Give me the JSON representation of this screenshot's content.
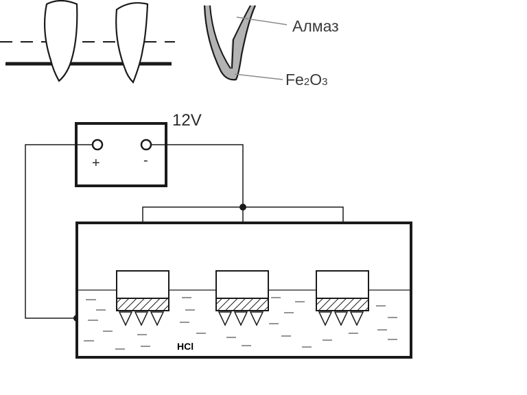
{
  "labels": {
    "diamond": "Алмаз",
    "oxide_prefix": "Fe",
    "oxide_sub1": "2",
    "oxide_mid": "O",
    "oxide_sub2": "3",
    "voltage": "12V",
    "plus": "+",
    "minus": "-",
    "electrolyte": "HCl"
  },
  "colors": {
    "ink": "#1a1a1a",
    "coating": "#b3b3b3",
    "leader": "#8a8a8a",
    "liquid_dash": "#666666"
  },
  "icons": {
    "holder_tips": "triangle-tips",
    "layer": "hatched-band"
  }
}
